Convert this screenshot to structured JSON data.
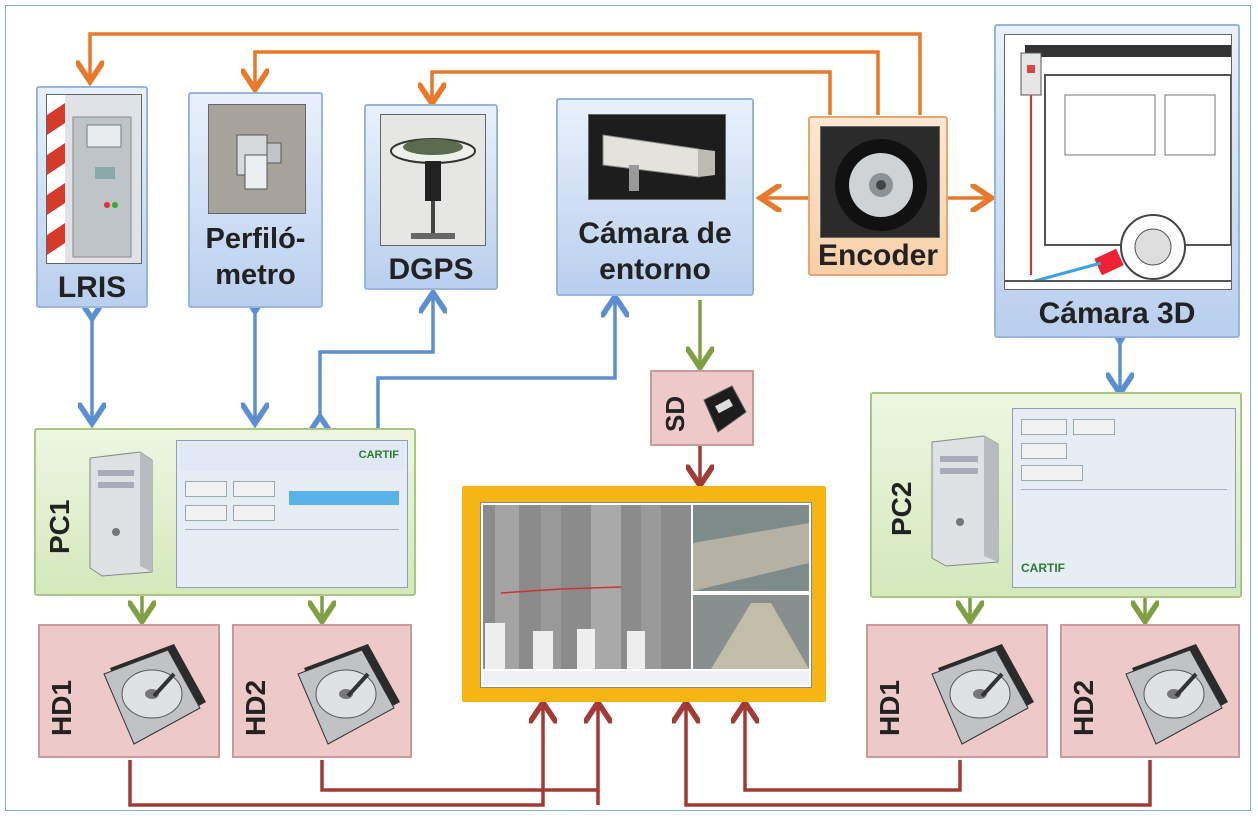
{
  "nodes": {
    "lris": "LRIS",
    "perfilometro_line1": "Perfiló-",
    "perfilometro_line2": "metro",
    "dgps": "DGPS",
    "camara_entorno_line1": "Cámara de",
    "camara_entorno_line2": "entorno",
    "encoder": "Encoder",
    "camara3d": "Cámara 3D",
    "pc1": "PC1",
    "pc2": "PC2",
    "sd": "SD",
    "hd1_left": "HD1",
    "hd2_left": "HD2",
    "hd1_right": "HD1",
    "hd2_right": "HD2"
  },
  "logos": {
    "cartif": "CARTIF"
  },
  "colors": {
    "orange_link": "#e8792a",
    "blue_link": "#5b8fd1",
    "green_link": "#7ea043",
    "red_link": "#a23a35",
    "monitor_frame": "#f5b512"
  }
}
